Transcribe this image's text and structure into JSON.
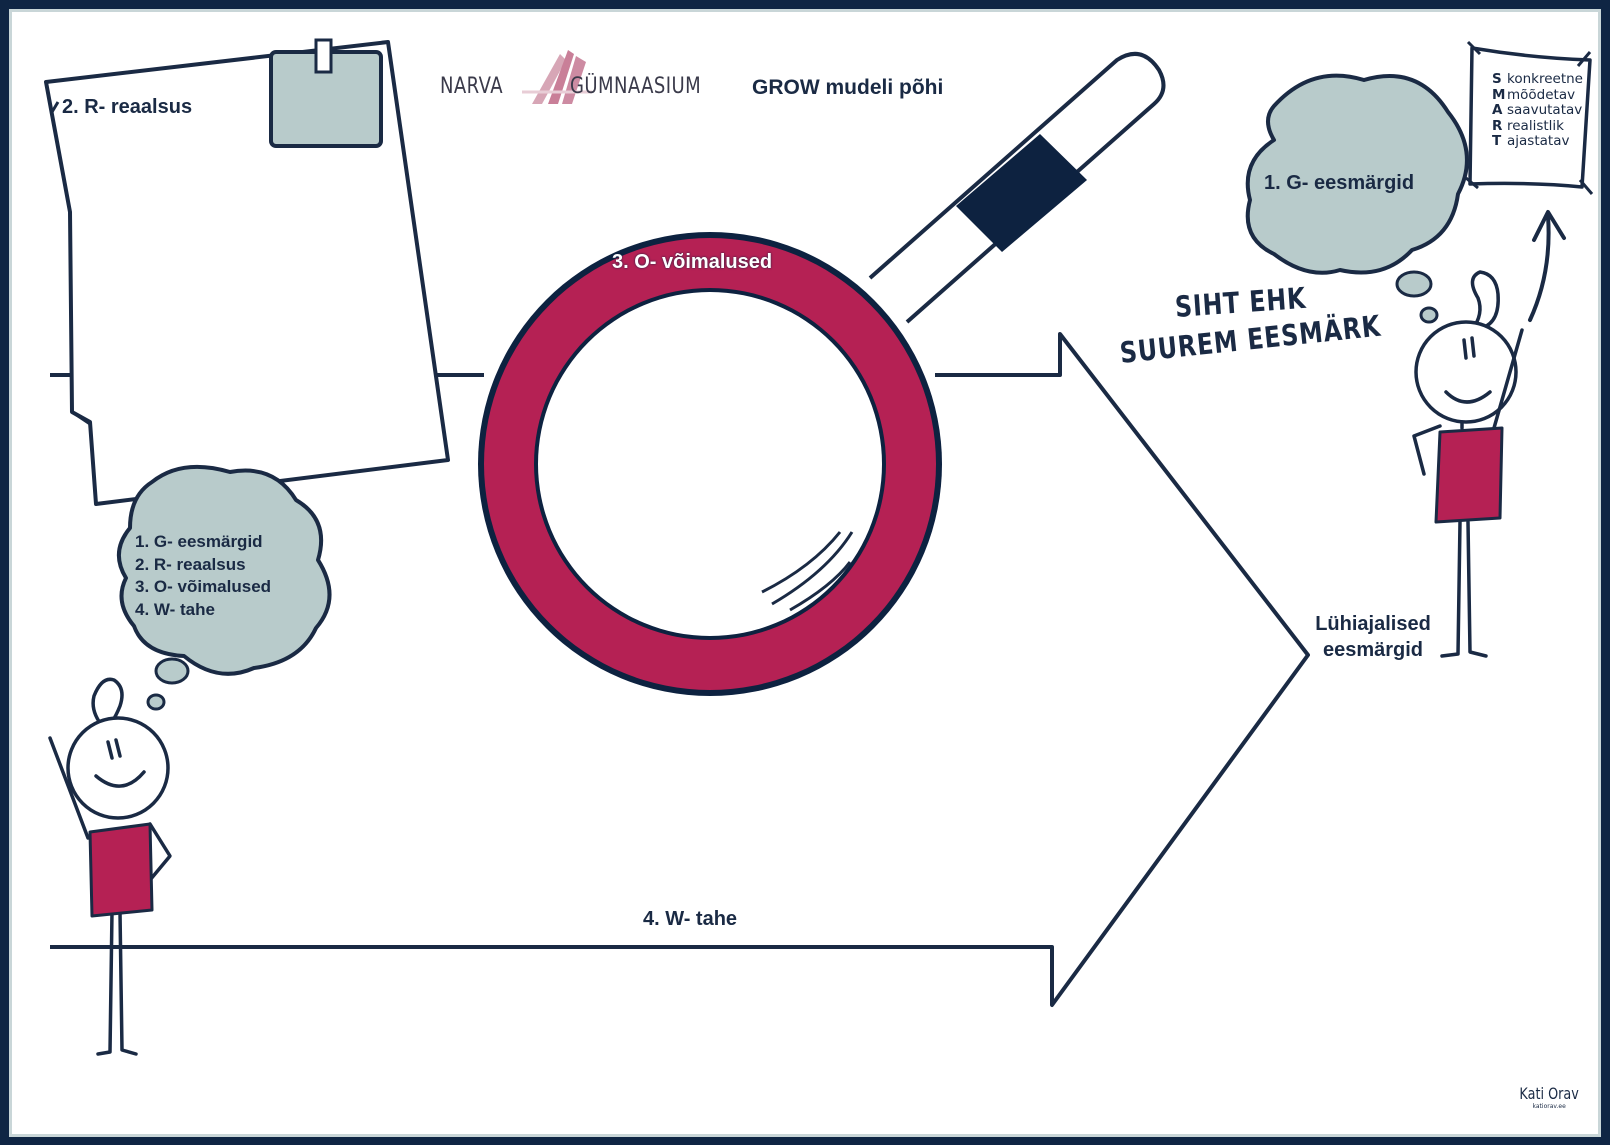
{
  "colors": {
    "frame": "#0f2544",
    "ink": "#1a2a44",
    "accent_magenta": "#b52154",
    "cloud_grey": "#b8cbcb",
    "handle_dark": "#0d2240"
  },
  "header": {
    "logo_left": "NARVA",
    "logo_right": "GÜMNAASIUM",
    "title": "GROW mudeli põhi"
  },
  "reality_note": {
    "label": "2. R- reaalsus"
  },
  "options_lens": {
    "label": "3. O- võimalused"
  },
  "will_arrow": {
    "label": "4. W- tahe"
  },
  "goal_cloud": {
    "label": "1. G- eesmärgid"
  },
  "smart_list": {
    "items": [
      {
        "letter": "S",
        "word": "konkreetne"
      },
      {
        "letter": "M",
        "word": "mõõdetav"
      },
      {
        "letter": "A",
        "word": "saavutatav"
      },
      {
        "letter": "R",
        "word": "realistlik"
      },
      {
        "letter": "T",
        "word": "ajastatav"
      }
    ]
  },
  "big_goal": {
    "line1": "SIHT EHK",
    "line2": "SUUREM EESMÄRK"
  },
  "short_goals": {
    "line1": "Lühiajalised",
    "line2": "eesmärgid"
  },
  "thought_list": {
    "items": [
      "1. G- eesmärgid",
      "2. R- reaalsus",
      "3. O- võimalused",
      "4. W- tahe"
    ]
  },
  "credit": {
    "name": "Kati Orav",
    "sub": "katiorav.ee"
  }
}
